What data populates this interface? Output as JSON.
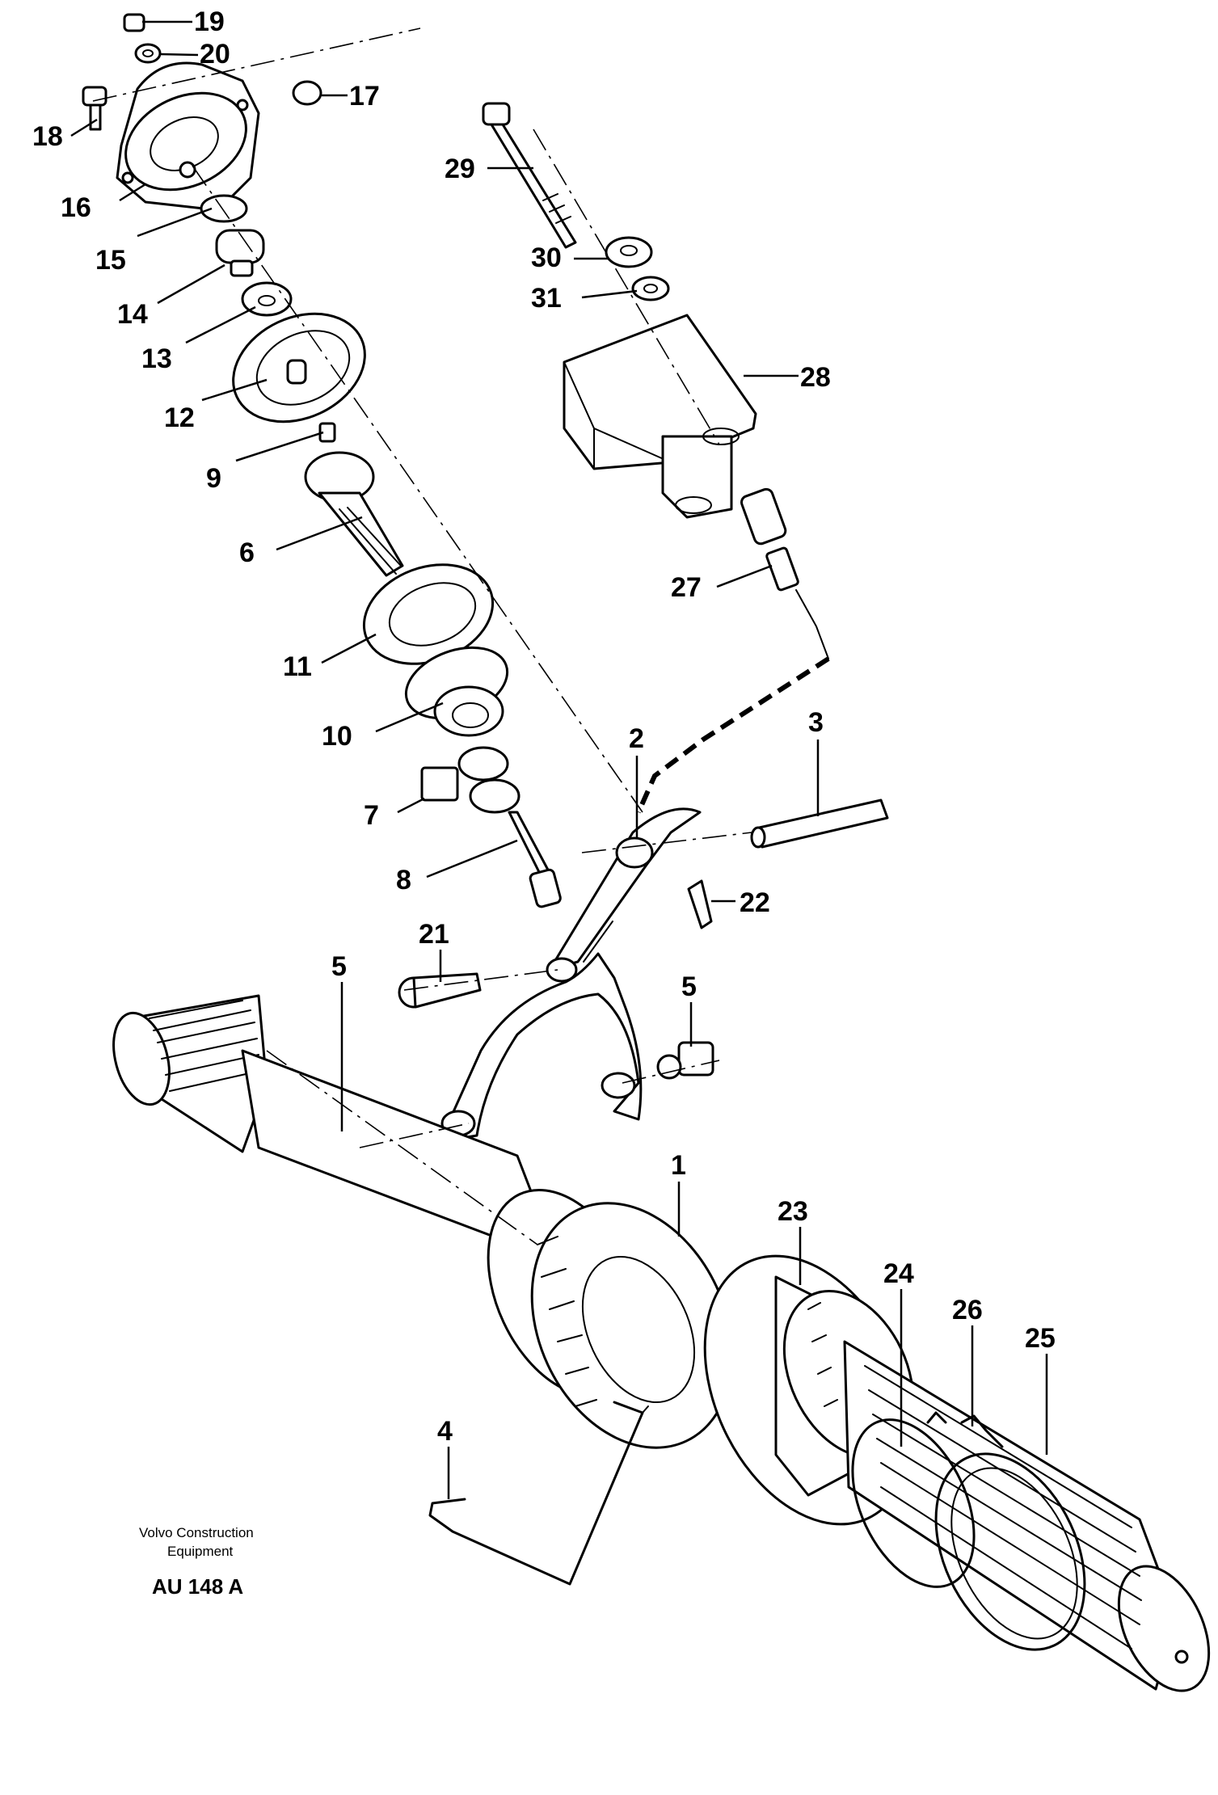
{
  "brand": {
    "line1": "Volvo Construction",
    "line2": "Equipment"
  },
  "figure_code": "AU 148 A",
  "labels": {
    "p1": "1",
    "p2": "2",
    "p3": "3",
    "p4": "4",
    "p5a": "5",
    "p5b": "5",
    "p6": "6",
    "p7": "7",
    "p8": "8",
    "p9": "9",
    "p10": "10",
    "p11": "11",
    "p12": "12",
    "p13": "13",
    "p14": "14",
    "p15": "15",
    "p16": "16",
    "p17": "17",
    "p18": "18",
    "p19": "19",
    "p20": "20",
    "p21": "21",
    "p22": "22",
    "p23": "23",
    "p24": "24",
    "p25": "25",
    "p26": "26",
    "p27": "27",
    "p28": "28",
    "p29": "29",
    "p30": "30",
    "p31": "31"
  }
}
